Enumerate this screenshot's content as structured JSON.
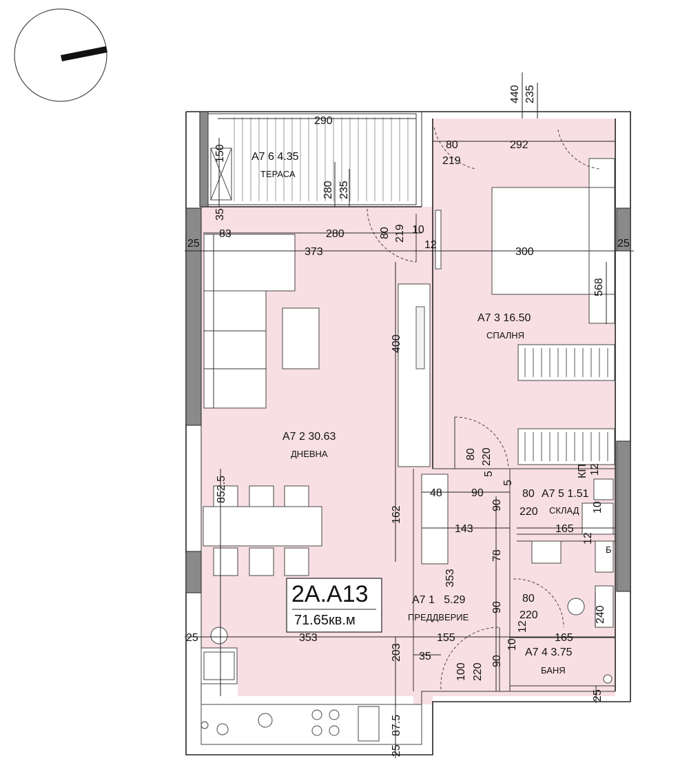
{
  "unit": {
    "code": "2A.A13",
    "area": "71.65кв.м"
  },
  "rooms": {
    "terrace": {
      "name": "А7 6 4.35",
      "label": "ТЕРАСА"
    },
    "living": {
      "name": "А7 2 30.63",
      "label": "ДНЕВНА"
    },
    "bedroom": {
      "name": "А7 3 16.50",
      "label": "СПАЛНЯ"
    },
    "hall": {
      "name": "А7 1   5.29",
      "label": "ПРЕДДВЕРИЕ"
    },
    "storage": {
      "name": "А7 5 1.51",
      "label": "СКЛАД"
    },
    "bathroom": {
      "name": "А7 4 3.75",
      "label": "БАНЯ"
    }
  },
  "dims": {
    "d440": "440",
    "d235a": "235",
    "d290": "290",
    "d150": "150",
    "d280a": "280",
    "d235b": "235",
    "d35a": "35",
    "d83": "83",
    "d280b": "280",
    "d80a": "80",
    "d219a": "219",
    "d10a": "10",
    "d12a": "12",
    "d80b": "80",
    "d292": "292",
    "d219b": "219",
    "d25a": "25",
    "d373": "373",
    "d300": "300",
    "d25b": "25",
    "d568": "568",
    "d400": "400",
    "d80c": "80",
    "d220a": "220",
    "d5a": "5",
    "d48": "48",
    "d90a": "90",
    "d5b": "5",
    "d80d": "80",
    "d220b": "220",
    "d162": "162",
    "d90b": "90",
    "d143": "143",
    "d165a": "165",
    "d12b": "12",
    "d10b": "10",
    "d12c": "12",
    "d852": "852.5",
    "d78": "78",
    "d353a": "353",
    "d90c": "90",
    "d80e": "80",
    "d220c": "220",
    "d240": "240",
    "d12d": "12",
    "d25c": "25",
    "d353b": "353",
    "d155": "155",
    "d165b": "165",
    "d10c": "10",
    "d35b": "35",
    "d203": "203",
    "d100": "100",
    "d220d": "220",
    "d90d": "90",
    "d25d": "25",
    "d87": "87.5",
    "d25e": "25",
    "kp": "КП",
    "b": "Б"
  },
  "colors": {
    "fill": "#f8dfe4",
    "wall": "#222222",
    "column": "#8a8a8a"
  }
}
